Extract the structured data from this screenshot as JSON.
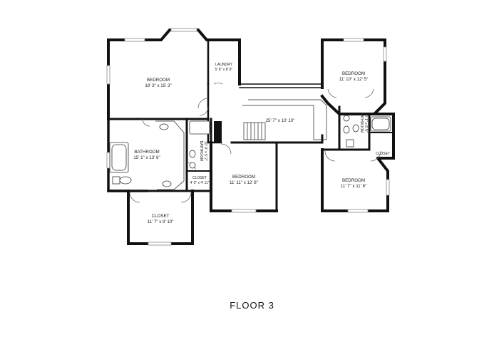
{
  "plan": {
    "floor_label": "FLOOR 3",
    "rooms": {
      "master_bedroom": {
        "name": "BEDROOM",
        "dims": "19' 3\" x 15' 3\""
      },
      "laundry": {
        "name": "LAUNDRY",
        "dims": "5' 8\" x 8' 8\""
      },
      "bedroom_ne": {
        "name": "BEDROOM",
        "dims": "11' 10\" x 12' 5\""
      },
      "hall": {
        "name": "",
        "dims": "25' 7\" x 10' 10\""
      },
      "bathroom_east": {
        "name": "BATHROOM",
        "dims": "10' 1\" x 6' 5\""
      },
      "closet_east": {
        "name": "CLOSET",
        "dims": ""
      },
      "master_bath": {
        "name": "BATHROOM",
        "dims": "15' 1\" x 13' 6\""
      },
      "bathroom_mid": {
        "name": "BATHROOM",
        "dims": "10' 9\" x 5' 2\""
      },
      "closet_mid": {
        "name": "CLOSET",
        "dims": "4' 0\" x 4' 11\""
      },
      "bedroom_mid": {
        "name": "BEDROOM",
        "dims": "11' 11\" x 12' 8\""
      },
      "bedroom_se": {
        "name": "BEDROOM",
        "dims": "11' 7\" x 11' 6\""
      },
      "closet_south": {
        "name": "CLOSET",
        "dims": "11' 7\" x 9' 10\""
      }
    }
  }
}
